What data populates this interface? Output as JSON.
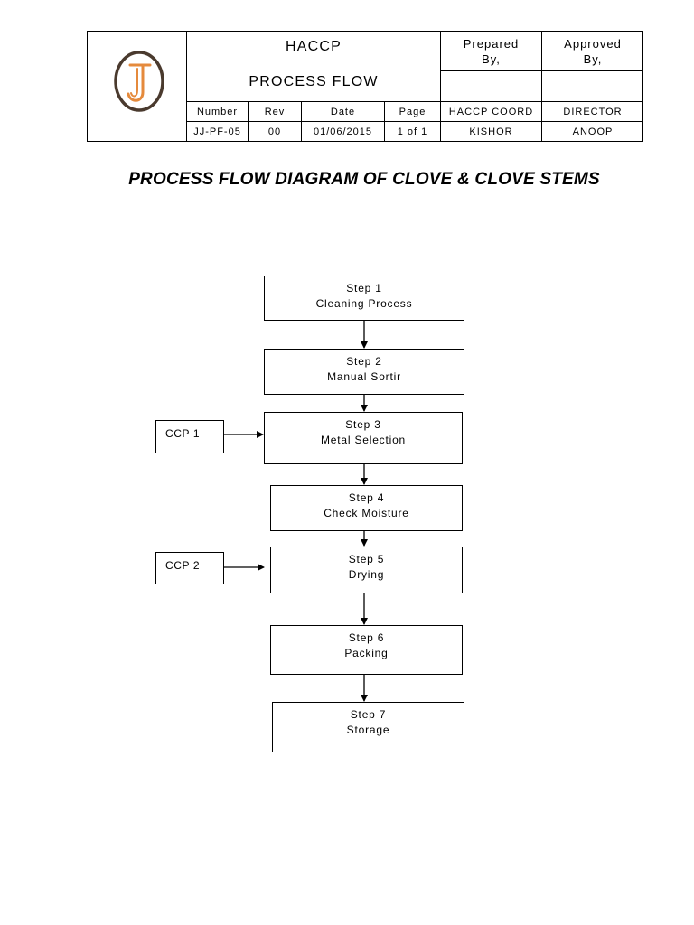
{
  "header": {
    "title_line1": "HACCP",
    "title_line2": "PROCESS FLOW",
    "prepared_by_label": "Prepared\nBy,",
    "approved_by_label": "Approved\nBy,",
    "columns": [
      "Number",
      "Rev",
      "Date",
      "Page",
      "HACCP COORD",
      "DIRECTOR"
    ],
    "values": [
      "JJ-PF-05",
      "00",
      "01/06/2015",
      "1 of 1",
      "KISHOR",
      "ANOOP"
    ]
  },
  "logo": {
    "icon": "jj-logo-icon",
    "ring_color": "#4a3a2e",
    "letter_color": "#e58a3c"
  },
  "document_title": "PROCESS FLOW DIAGRAM OF CLOVE & CLOVE STEMS",
  "flow": {
    "steps": [
      {
        "step": "Step 1",
        "name": "Cleaning Process"
      },
      {
        "step": "Step 2",
        "name": "Manual Sortir"
      },
      {
        "step": "Step 3",
        "name": "Metal Selection"
      },
      {
        "step": "Step 4",
        "name": "Check Moisture"
      },
      {
        "step": "Step 5",
        "name": "Drying"
      },
      {
        "step": "Step 6",
        "name": "Packing"
      },
      {
        "step": "Step 7",
        "name": "Storage"
      }
    ],
    "ccps": [
      {
        "label": "CCP 1",
        "target_step": 3
      },
      {
        "label": "CCP 2",
        "target_step": 5
      }
    ]
  }
}
